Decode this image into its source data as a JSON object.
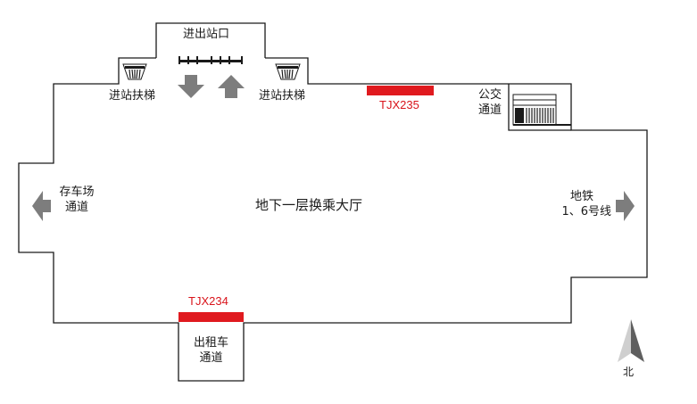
{
  "labels": {
    "entrance": "进出站口",
    "escalator_left": "进站扶梯",
    "escalator_right": "进站扶梯",
    "bus_line1": "公交",
    "bus_line2": "通道",
    "parking_line1": "存车场",
    "parking_line2": "通道",
    "hall": "地下一层换乘大厅",
    "metro_line1": "地铁",
    "metro_line2": "1、6号线",
    "taxi_line1": "出租车",
    "taxi_line2": "通道",
    "north": "北"
  },
  "codes": {
    "top": "TJX235",
    "bottom": "TJX234"
  },
  "colors": {
    "code_red": "#e01a1f",
    "arrow_gray": "#7d7d7d",
    "outline": "#1a1a1a"
  },
  "icons": [
    "escalator-icon",
    "arrow-down-icon",
    "arrow-up-icon",
    "arrow-left-icon",
    "arrow-right-icon",
    "north-compass-icon",
    "gate-icon"
  ]
}
